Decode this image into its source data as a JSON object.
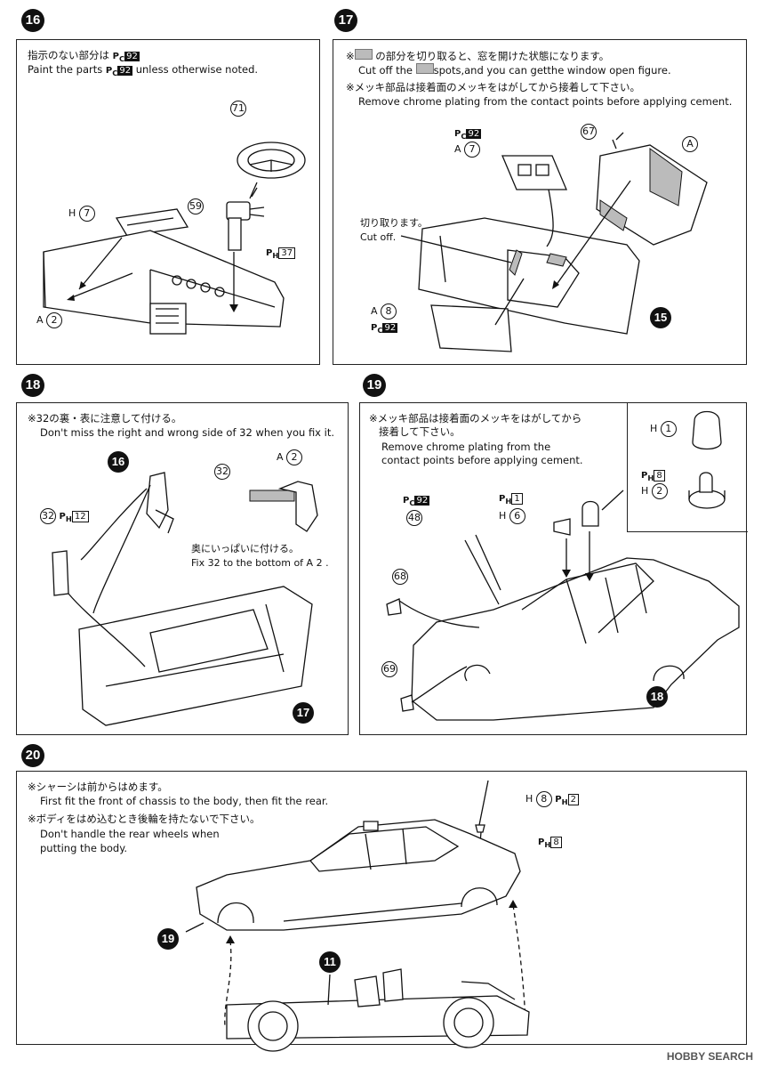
{
  "steps": {
    "s16": {
      "number": "16",
      "note_jp": "指示のない部分は",
      "note_en_pre": "Paint the parts",
      "note_en_post": "unless otherwise noted.",
      "paint_code": "92",
      "labels": {
        "l71": "71",
        "l59": "59",
        "h7": "H",
        "h7n": "7",
        "a2": "A",
        "a2n": "2",
        "ph37": "37"
      }
    },
    "s17": {
      "number": "17",
      "note1_jp": "の部分を切り取ると、窓を開けた状態になります。",
      "note1_en_pre": "Cut off the",
      "note1_en_post": "spots,and you can getthe window open figure.",
      "note2_jp": "メッキ部品は接着面のメッキをはがしてから接着して下さい。",
      "note2_en": "Remove chrome plating from the contact points before applying cement.",
      "cut_jp": "切り取ります。",
      "cut_en": "Cut off.",
      "labels": {
        "pc92": "92",
        "a7": "A",
        "a7n": "7",
        "l67": "67",
        "a": "A",
        "a8": "A",
        "a8n": "8",
        "pc92b": "92",
        "l15": "15"
      }
    },
    "s18": {
      "number": "18",
      "note_jp": "32の裏・表に注意して付ける。",
      "note_en": "Don't miss the right and wrong side of  32  when you fix it.",
      "fix_jp": "奥にいっぱいに付ける。",
      "fix_en": "Fix  32  to the bottom of A 2 .",
      "labels": {
        "l16": "16",
        "l32": "32",
        "l32b": "32",
        "ph12": "12",
        "a2": "A",
        "a2n": "2",
        "l17": "17"
      }
    },
    "s19": {
      "number": "19",
      "note_jp1": "メッキ部品は接着面のメッキをはがしてから",
      "note_jp2": "接着して下さい。",
      "note_en1": "Remove chrome plating from the",
      "note_en2": "contact points before applying cement.",
      "labels": {
        "h1": "H",
        "h1n": "1",
        "ph8": "8",
        "h2": "H",
        "h2n": "2",
        "pc92": "92",
        "l48": "48",
        "ph1": "1",
        "h6": "H",
        "h6n": "6",
        "l68": "68",
        "l69": "69",
        "l18": "18"
      }
    },
    "s20": {
      "number": "20",
      "note1_jp": "シャーシは前からはめます。",
      "note1_en": "First fit the front of chassis to the body, then fit the rear.",
      "note2_jp": "ボディをはめ込むとき後輪を持たないで下さい。",
      "note2_en1": "Don't handle the rear wheels when",
      "note2_en2": "putting the body.",
      "labels": {
        "h8": "H",
        "h8n": "8",
        "ph2": "2",
        "ph8": "8",
        "l19": "19",
        "l11": "11"
      }
    }
  },
  "watermark": "HOBBY SEARCH"
}
